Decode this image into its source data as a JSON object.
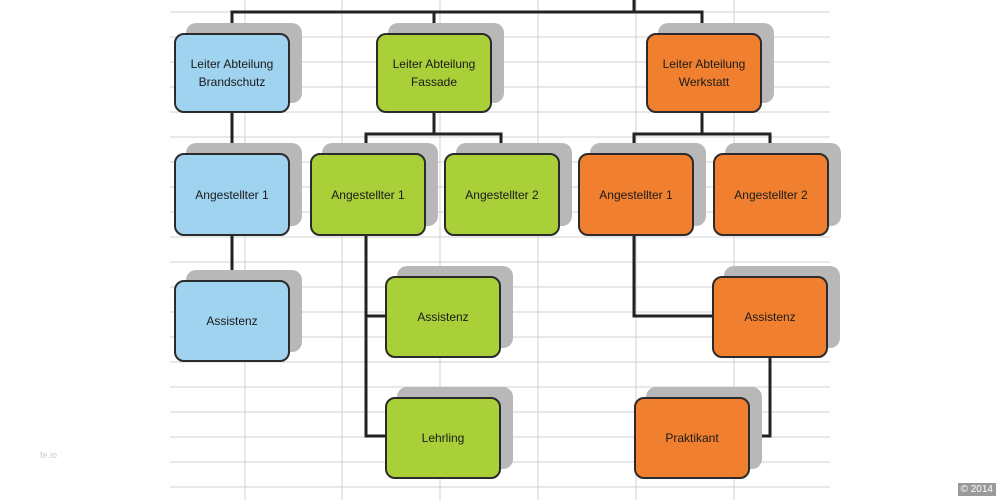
{
  "colors": {
    "blue": "#9fd3ef",
    "green": "#a9cf39",
    "orange": "#f0802f",
    "line": "#222222",
    "grid": "#d0d0d0"
  },
  "nodes": {
    "leiter_brandschutz": {
      "label": "Leiter Abteilung\nBrandschutz"
    },
    "leiter_fassade": {
      "label": "Leiter Abteilung\nFassade"
    },
    "leiter_werkstatt": {
      "label": "Leiter Abteilung\nWerkstatt"
    },
    "brandschutz_angestellter_1": {
      "label": "Angestellter 1"
    },
    "brandschutz_assistenz": {
      "label": "Assistenz"
    },
    "fassade_angestellter_1": {
      "label": "Angestellter 1"
    },
    "fassade_angestellter_2": {
      "label": "Angestellter 2"
    },
    "fassade_assistenz": {
      "label": "Assistenz"
    },
    "fassade_lehrling": {
      "label": "Lehrling"
    },
    "werkstatt_angestellter_1": {
      "label": "Angestellter 1"
    },
    "werkstatt_angestellter_2": {
      "label": "Angestellter 2"
    },
    "werkstatt_assistenz": {
      "label": "Assistenz"
    },
    "werkstatt_praktikant": {
      "label": "Praktikant"
    }
  },
  "watermark": "fe.io",
  "copyright": "© 2014"
}
